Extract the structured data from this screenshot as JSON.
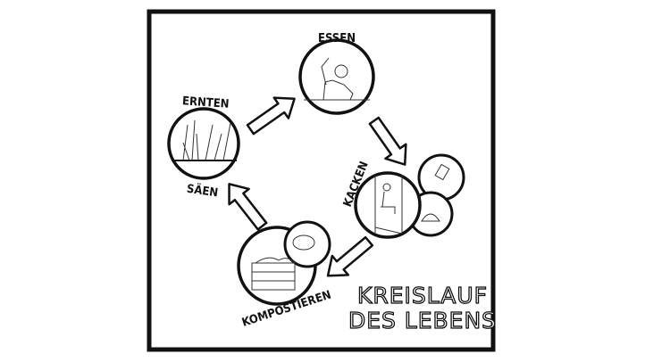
{
  "title": {
    "line1": "KREISLAUF",
    "line2": "DES LEBENS"
  },
  "stages": {
    "essen": "ESSEN",
    "ernten": "ERNTEN",
    "saeen": "SÄEN",
    "kacken": "KACKEN",
    "kompostieren": "KOMPOSTIEREN"
  }
}
